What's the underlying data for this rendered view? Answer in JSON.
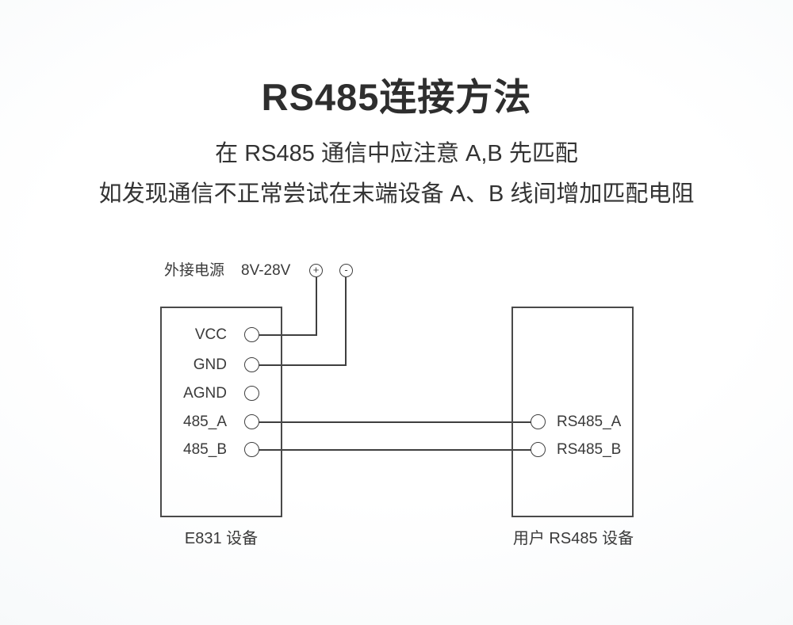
{
  "header": {
    "title": "RS485连接方法",
    "subtitle_line1": "在 RS485 通信中应注意 A,B 先匹配",
    "subtitle_line2": "如发现通信不正常尝试在末端设备 A、B 线间增加匹配电阻"
  },
  "power": {
    "label": "外接电源",
    "range": "8V-28V",
    "plus_symbol": "+",
    "minus_symbol": "-"
  },
  "left_device": {
    "caption": "E831 设备",
    "pins": [
      "VCC",
      "GND",
      "AGND",
      "485_A",
      "485_B"
    ]
  },
  "right_device": {
    "caption": "用户 RS485 设备",
    "pins": [
      "RS485_A",
      "RS485_B"
    ]
  },
  "connections": [
    "power-plus to VCC",
    "power-minus to GND",
    "485_A to RS485_A",
    "485_B to RS485_B"
  ],
  "colors": {
    "title_text": "#2e2e2e",
    "body_text": "#3a3a3a",
    "line": "#3f3f3f",
    "background_edge": "#edf1f5",
    "background_center": "#ffffff"
  }
}
